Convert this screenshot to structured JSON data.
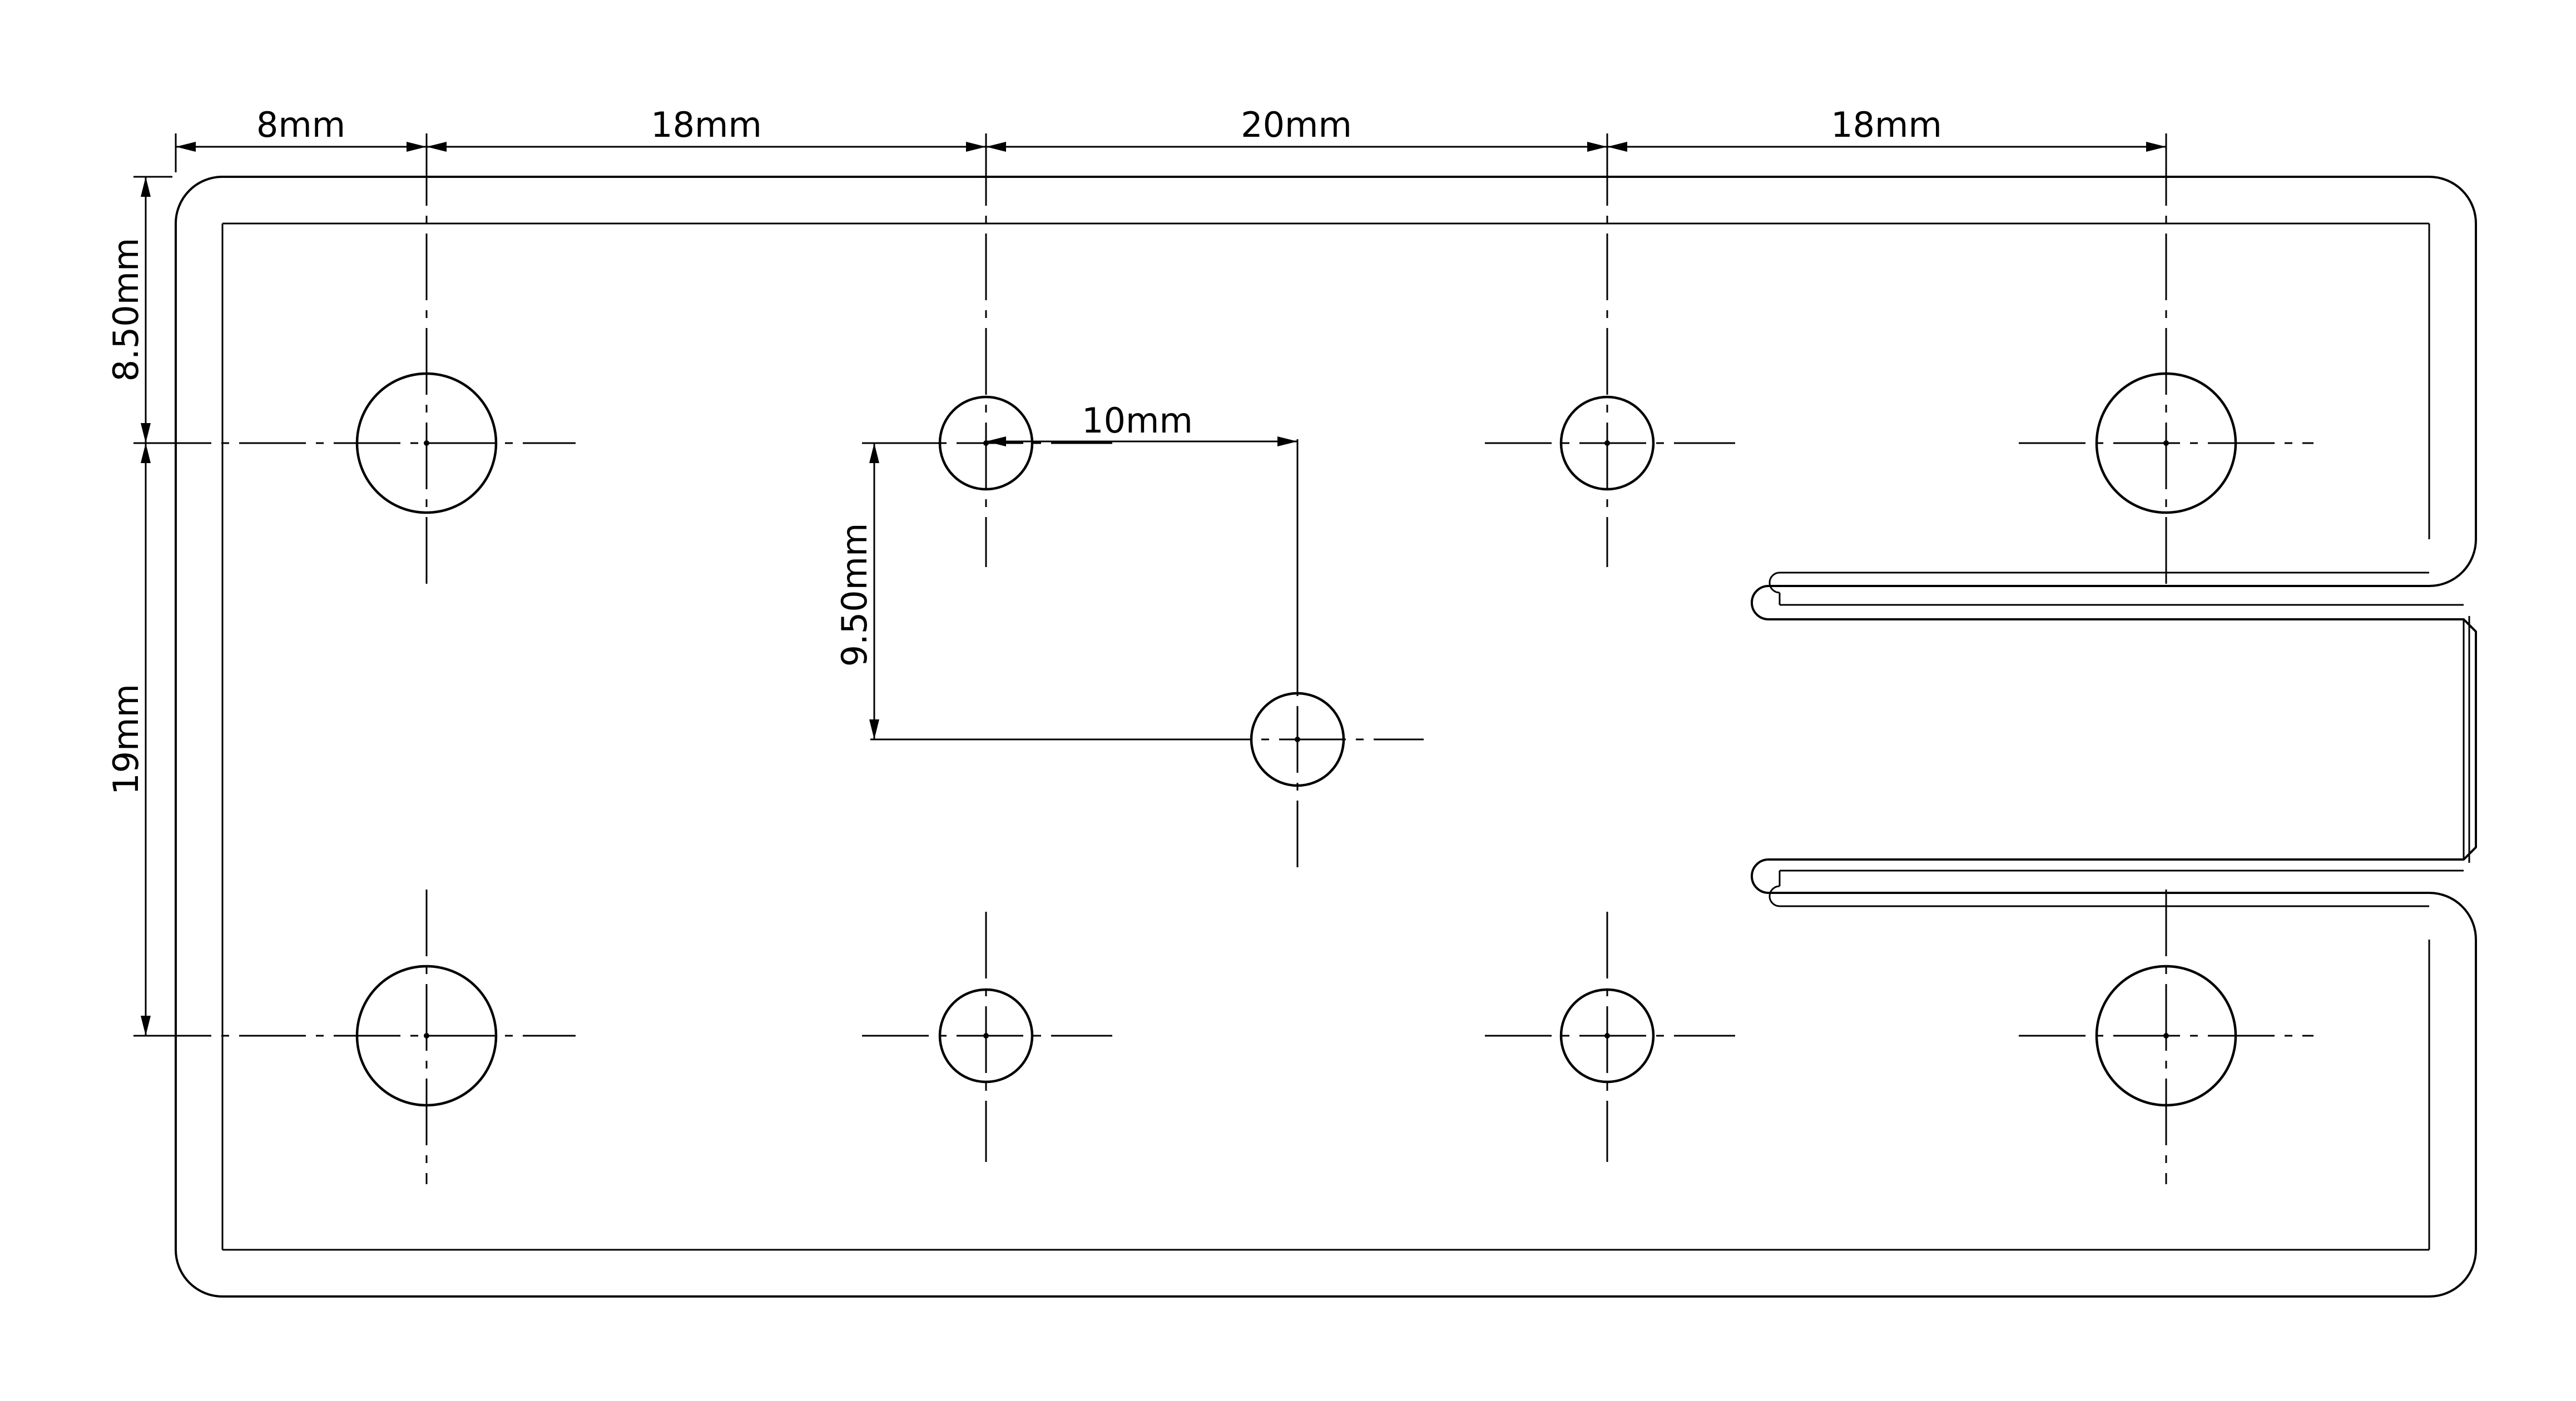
{
  "dimensions": {
    "top_1": "8mm",
    "top_2": "18mm",
    "top_3": "20mm",
    "top_4": "18mm",
    "left_upper": "8.50mm",
    "left_lower": "19mm",
    "hole_offset_x": "10mm",
    "hole_offset_y": "9.50mm"
  },
  "colors": {
    "line": "#000000",
    "background": "#ffffff"
  }
}
